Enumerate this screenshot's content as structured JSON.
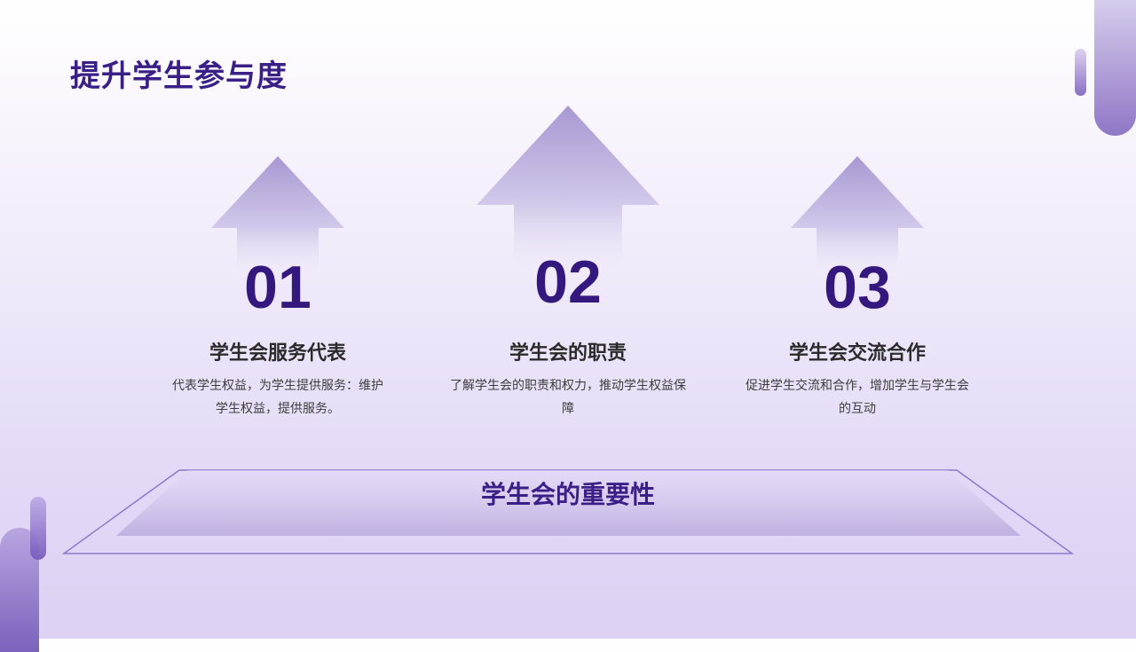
{
  "slide": {
    "title": "提升学生参与度",
    "colors": {
      "title": "#3a1f86",
      "number": "#35187e",
      "heading": "#2b2b2b",
      "body": "#3d3d3d",
      "arrow_top": "#a898d2",
      "accent_purple": "#8a70c4"
    }
  },
  "cards": [
    {
      "number": "01",
      "heading": "学生会服务代表",
      "description": "代表学生权益，为学生提供服务：维护学生权益，提供服务。",
      "icon": "arrow-up-icon"
    },
    {
      "number": "02",
      "heading": "学生会的职责",
      "description": "了解学生会的职责和权力，推动学生权益保障",
      "icon": "arrow-up-icon"
    },
    {
      "number": "03",
      "heading": "学生会交流合作",
      "description": "促进学生交流和合作，增加学生与学生会的互动",
      "icon": "arrow-up-icon"
    }
  ],
  "platform": {
    "label": "学生会的重要性"
  }
}
